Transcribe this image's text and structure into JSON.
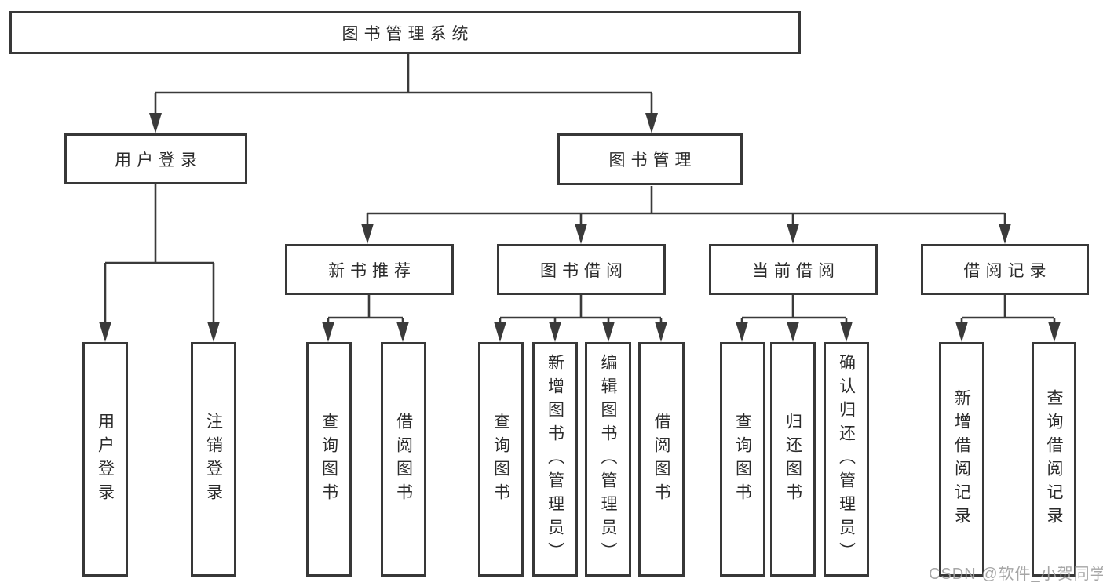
{
  "diagram": {
    "title": "图书管理系统",
    "root": {
      "label": "图书管理系统"
    },
    "level2": {
      "user_login": {
        "label": "用户登录"
      },
      "book_mgmt": {
        "label": "图书管理"
      }
    },
    "level3": {
      "new_book_rec": {
        "label": "新书推荐"
      },
      "book_borrow": {
        "label": "图书借阅"
      },
      "current_borrow": {
        "label": "当前借阅"
      },
      "borrow_record": {
        "label": "借阅记录"
      }
    },
    "leaves": {
      "user_login": [
        "用户登录",
        "注销登录"
      ],
      "new_book_rec": [
        "查询图书",
        "借阅图书"
      ],
      "book_borrow": [
        "查询图书",
        "新增图书（管理员）",
        "编辑图书（管理员）",
        "借阅图书"
      ],
      "current_borrow": [
        "查询图书",
        "归还图书",
        "确认归还（管理员）"
      ],
      "borrow_record": [
        "新增借阅记录",
        "查询借阅记录"
      ]
    }
  },
  "watermark": {
    "text": "CSDN @软件_小贺同学"
  },
  "colors": {
    "line": "#3a3a3a",
    "box_border": "#383838",
    "text": "#2b2b2b",
    "background": "#ffffff",
    "watermark": "#9e9e9e"
  }
}
